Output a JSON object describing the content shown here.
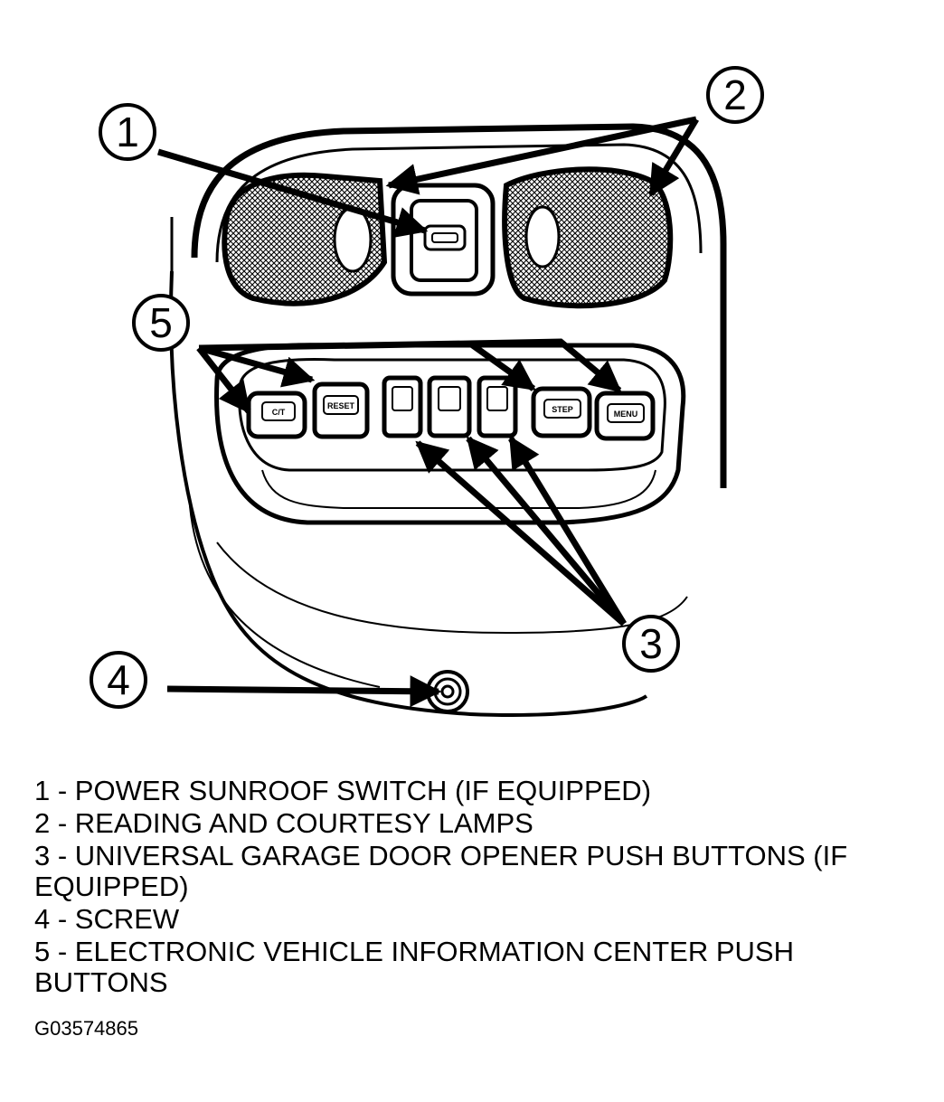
{
  "callouts": [
    "1",
    "2",
    "3",
    "4",
    "5"
  ],
  "button_labels": [
    "C/T",
    "RESET",
    "STEP",
    "MENU"
  ],
  "legend": [
    "1 - POWER SUNROOF SWITCH (IF EQUIPPED)",
    "2 - READING AND COURTESY LAMPS",
    "3 - UNIVERSAL GARAGE DOOR OPENER PUSH BUTTONS (IF EQUIPPED)",
    "4 - SCREW",
    "5 - ELECTRONIC VEHICLE INFORMATION CENTER PUSH BUTTONS"
  ],
  "figure_id": "G03574865",
  "colors": {
    "ink": "#000000",
    "paper": "#ffffff"
  }
}
